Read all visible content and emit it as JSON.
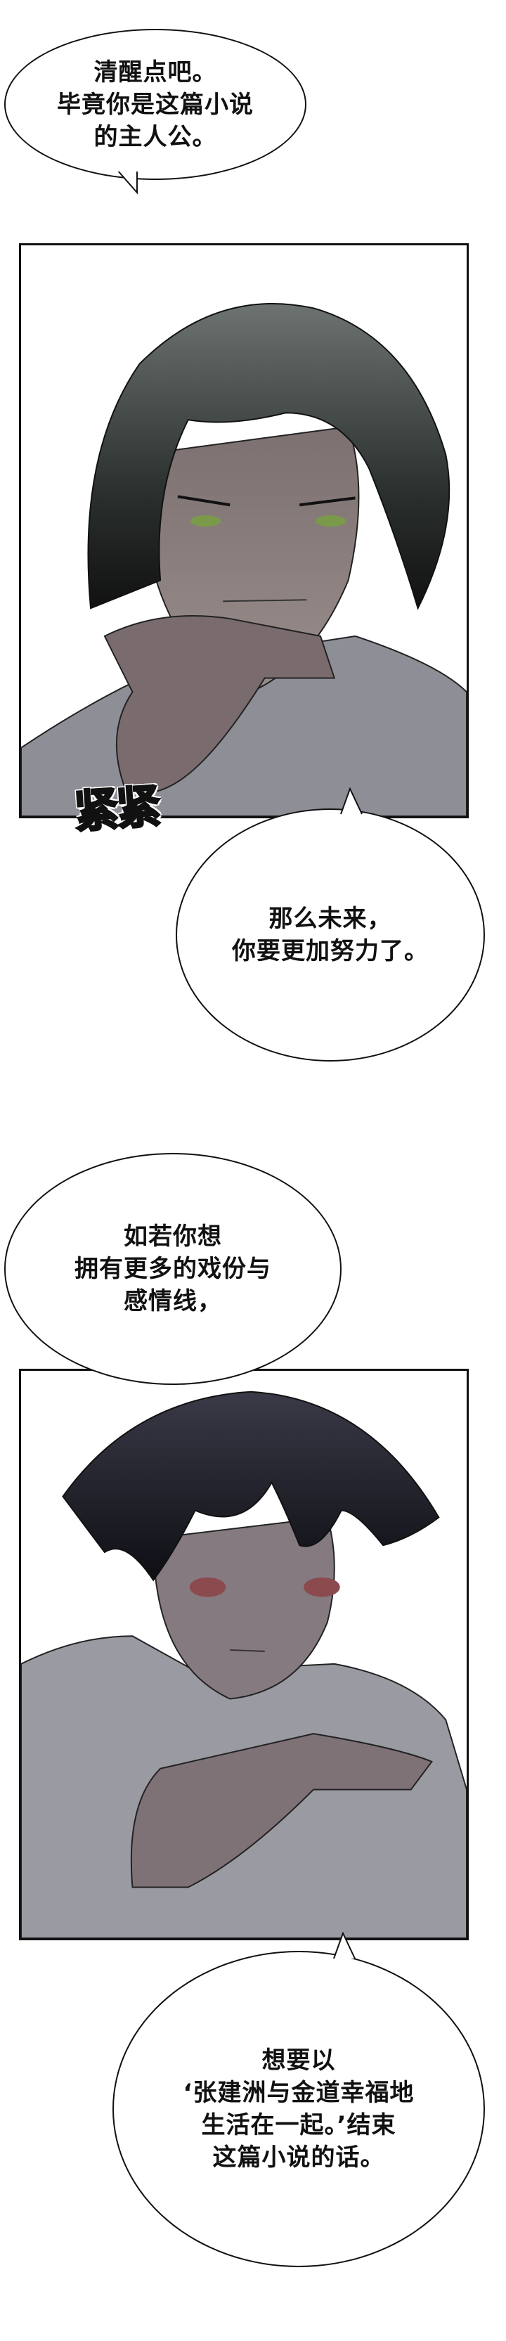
{
  "bubbles": [
    {
      "lines": [
        "清醒点吧。",
        "毕竟你是这篇小说",
        "的主人公。"
      ]
    },
    {
      "lines": [
        "那么未来，",
        "你要更加努力了。"
      ]
    },
    {
      "lines": [
        "如若你想",
        "拥有更多的戏份与",
        "感情线，"
      ]
    },
    {
      "lines": [
        "想要以",
        "‘张建洲与金道幸福地",
        "生活在一起。’结束",
        "这篇小说的话。"
      ]
    }
  ],
  "sfx": {
    "text": "紧紧"
  },
  "colors": {
    "hair1": "#2f3634",
    "skin1": "#8a7e7e",
    "shirt": "#9a9aa0",
    "hair2": "#1c1c24",
    "skin2": "#857a80",
    "eyes1": "#7a9a4a",
    "eyes2": "#8a4a4e"
  }
}
